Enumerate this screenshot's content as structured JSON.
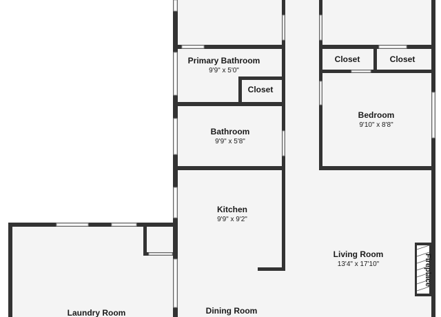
{
  "rooms": {
    "primary_bathroom": {
      "name": "Primary Bathroom",
      "dims": "9'9\" x 5'0\""
    },
    "closet_hall": {
      "name": "Closet"
    },
    "closet_left": {
      "name": "Closet"
    },
    "closet_right": {
      "name": "Closet"
    },
    "bedroom": {
      "name": "Bedroom",
      "dims": "9'10\" x 8'8\""
    },
    "bathroom": {
      "name": "Bathroom",
      "dims": "9'9\" x 5'8\""
    },
    "kitchen": {
      "name": "Kitchen",
      "dims": "9'9\" x 9'2\""
    },
    "living_room": {
      "name": "Living Room",
      "dims": "13'4\" x 17'10\""
    },
    "fireplace": {
      "name": "Fireplace"
    },
    "laundry_room": {
      "name": "Laundry Room"
    },
    "dining_room": {
      "name": "Dining Room"
    }
  },
  "colors": {
    "wall": "#333333",
    "floor": "#f4f4f4",
    "background": "#ffffff"
  }
}
